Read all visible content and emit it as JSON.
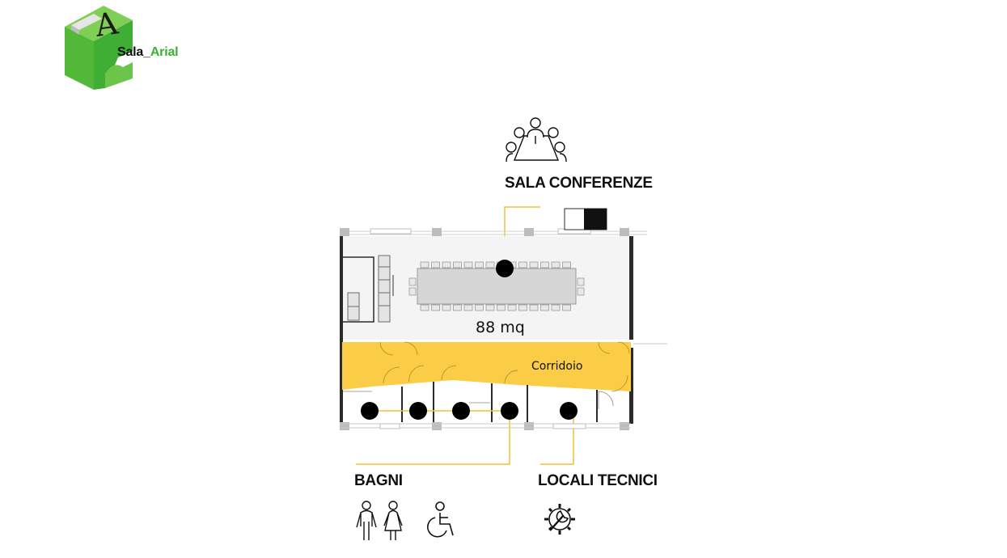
{
  "logo": {
    "letter": "A",
    "name_prefix": "Sala_",
    "name_accent": "Arial",
    "accent_color": "#3fae35"
  },
  "rooms": {
    "conference": {
      "label": "SALA CONFERENZE",
      "icon": "conference-table-icon",
      "area": "88 mq"
    },
    "corridor": {
      "label": "Corridoio",
      "color": "#fbcd47"
    },
    "bathrooms": {
      "label": "BAGNI",
      "icons": [
        "man-woman-icon",
        "wheelchair-icon"
      ]
    },
    "technical": {
      "label": "LOCALI TECNICI",
      "icon": "gear-wrench-icon"
    }
  },
  "colors": {
    "wall": "#2b2b2b",
    "room_fill": "#f4f4f4",
    "leader": "#f2c230",
    "marker": "#000000"
  }
}
